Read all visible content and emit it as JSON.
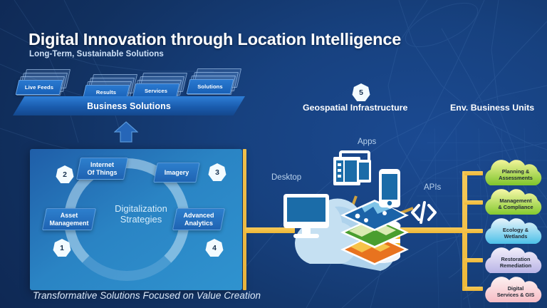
{
  "header": {
    "title": "Digital Innovation through Location Intelligence",
    "subtitle": "Long-Term, Sustainable Solutions"
  },
  "business_solutions": {
    "banner_label": "Business Solutions",
    "cards": [
      {
        "label": "Live Feeds"
      },
      {
        "label": "Results"
      },
      {
        "label": "Services"
      },
      {
        "label": "Solutions"
      }
    ],
    "arrow_icon": "arrow-up-icon"
  },
  "strategies_panel": {
    "center_line1": "Digitalization",
    "center_line2": "Strategies",
    "nodes": [
      {
        "badge": "1",
        "line1": "Asset",
        "line2": "Management"
      },
      {
        "badge": "2",
        "line1": "Internet",
        "line2": "Of Things"
      },
      {
        "badge": "3",
        "line1": "Imagery",
        "line2": ""
      },
      {
        "badge": "4",
        "line1": "Advanced",
        "line2": "Analytics"
      }
    ],
    "tagline": "Transformative Solutions Focused on Value Creation"
  },
  "geospatial": {
    "heading": "Geospatial Infrastructure",
    "badge": "5",
    "labels": {
      "desktop": "Desktop",
      "apps": "Apps",
      "apis": "APIs"
    },
    "icons": {
      "desktop": "desktop-monitor-icon",
      "apps": "app-windows-icon",
      "mobile": "mobile-phone-icon",
      "apis": "code-brackets-icon",
      "cloud": "cloud-icon",
      "layers": "map-layers-icon",
      "database": "database-cylinder-icon"
    }
  },
  "business_units": {
    "heading": "Env. Business Units",
    "units": [
      {
        "line1": "Planning &",
        "line2": "Assessments",
        "color_start": "#f3f59a",
        "color_end": "#7ec52c"
      },
      {
        "line1": "Management",
        "line2": "& Compliance",
        "color_start": "#f7f8a8",
        "color_end": "#84c92f"
      },
      {
        "line1": "Ecology &",
        "line2": "Wetlands",
        "color_start": "#e8f4fb",
        "color_end": "#4cc0e8"
      },
      {
        "line1": "Restoration",
        "line2": "Remediation",
        "color_start": "#f2effa",
        "color_end": "#b9b4e6"
      },
      {
        "line1": "Digital",
        "line2": "Services & GIS",
        "color_start": "#fdf1f2",
        "color_end": "#f6bcc4"
      }
    ]
  },
  "colors": {
    "background_dark": "#0a1c3d",
    "background_light": "#1a4a90",
    "panel_blue": "#2a84c4",
    "accent_gold": "#f0c04a",
    "title_white": "#ffffff"
  }
}
